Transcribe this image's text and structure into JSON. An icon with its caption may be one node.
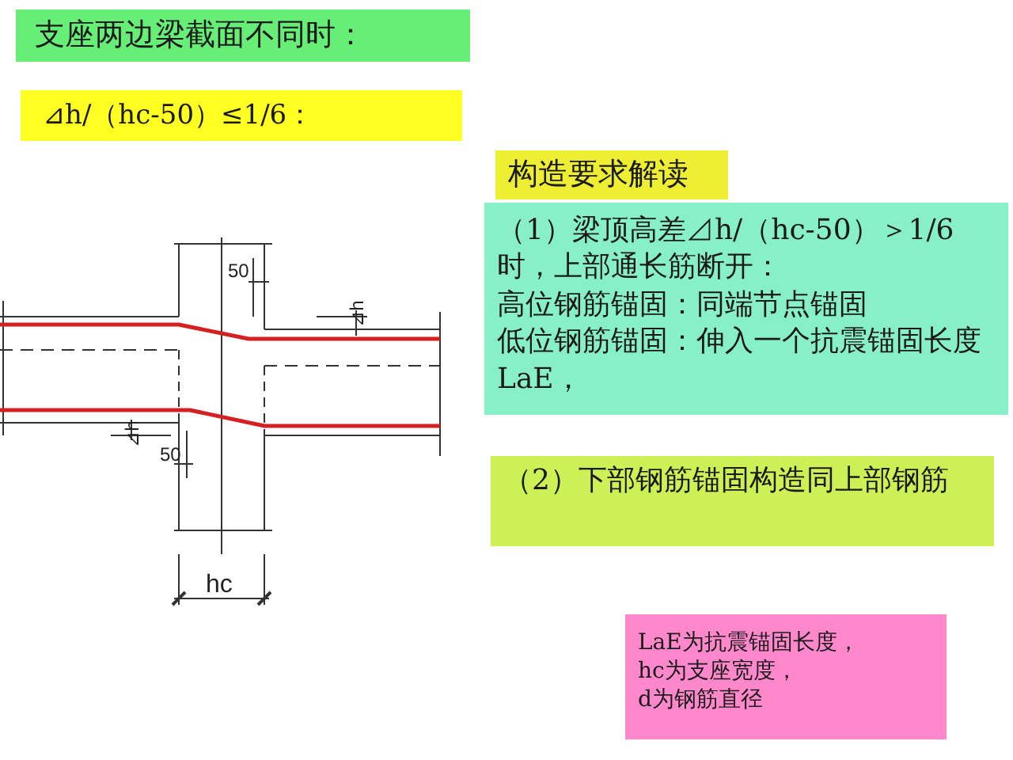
{
  "diagram": {
    "nodes": [
      {
        "text": [
          "支座两边梁截面不同时："
        ]
      },
      {
        "text": [
          "⊿h/（hc-50）≤1/6："
        ]
      },
      {
        "text": [
          "构造要求解读"
        ]
      },
      {
        "text": [
          "（1）梁顶高差⊿h/（hc-50）＞1/6时，上部通长筋断开：",
          "高位钢筋锚固：同端节点锚固",
          "低位钢筋锚固：伸入一个抗震锚固长度LaE，"
        ]
      },
      {
        "text": [
          "（2）下部钢筋锚固构造同上部钢筋"
        ]
      },
      {
        "text": [
          "LaE为抗震锚固长度，",
          "hc为支座宽度，",
          "d为钢筋直径"
        ]
      }
    ],
    "labels": [
      "50",
      "⊿h",
      "⊿h",
      "50",
      "hc"
    ]
  }
}
